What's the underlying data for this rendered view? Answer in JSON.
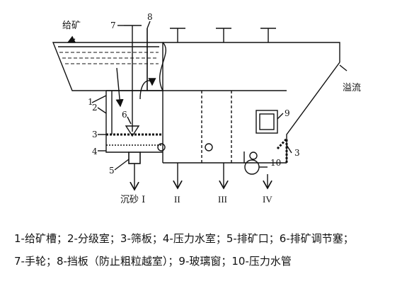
{
  "labels": {
    "feed": "给矿",
    "overflow": "溢流",
    "n1": "1",
    "n2": "2",
    "n3a": "3",
    "n3b": "3",
    "n4": "4",
    "n5": "5",
    "n6": "6",
    "n7": "7",
    "n8": "8",
    "n9": "9",
    "n10": "10",
    "sand": "沉砂 I",
    "out2": "II",
    "out3": "III",
    "out4": "IV"
  },
  "legend": {
    "line1": "1-给矿槽；2-分级室；3-筛板；4-压力水室；5-排矿口；6-排矿调节塞；",
    "line2": "7-手轮；8-挡板（防止粗粒越室）；9-玻璃窗；10-压力水管"
  }
}
